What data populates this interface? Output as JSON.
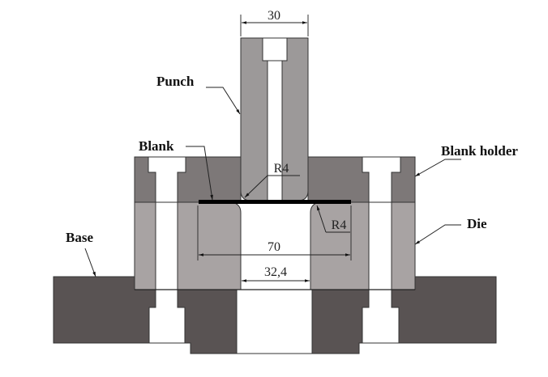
{
  "figure": {
    "type": "cross-section drawing of sheet metal forming tool",
    "colors": {
      "base": "#595353",
      "die": "#a8a3a3",
      "blank_holder": "#7d7878",
      "punch": "#9c9999",
      "blank": "#000000",
      "background": "#ffffff"
    }
  },
  "labels": {
    "punch": "Punch",
    "blank": "Blank",
    "blank_holder": "Blank holder",
    "die": "Die",
    "base": "Base"
  },
  "dimensions": {
    "punch_width": "30",
    "die_outer_width": "70",
    "die_opening_width": "32,4",
    "punch_radius": "R4",
    "die_radius": "R4"
  }
}
